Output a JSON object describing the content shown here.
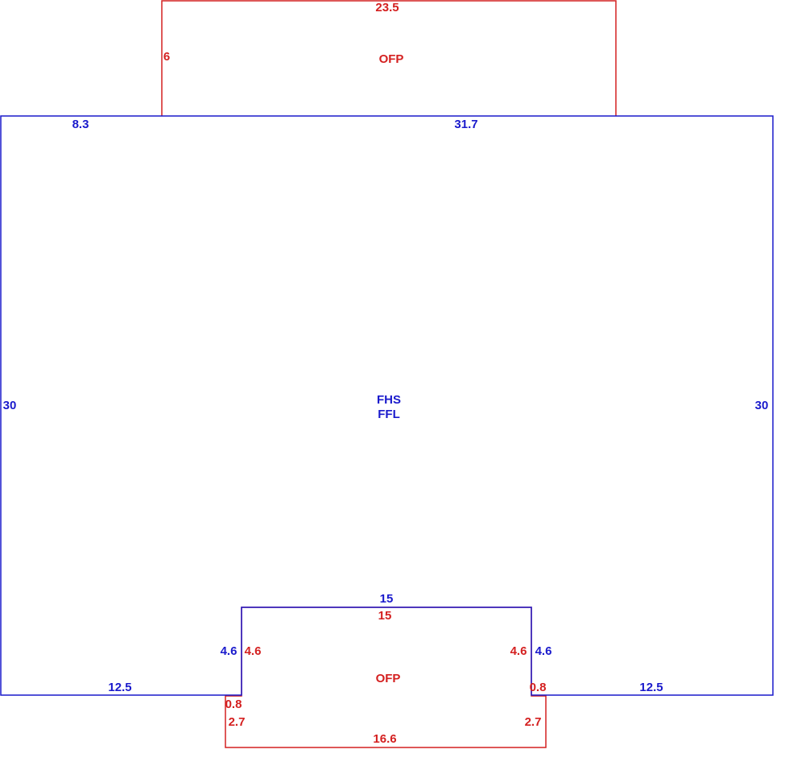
{
  "colors": {
    "main": "#1a1acc",
    "porch": "#d42020",
    "background": "#ffffff"
  },
  "areas": {
    "main": {
      "line1": "FHS",
      "line2": "FFL"
    },
    "top_porch": {
      "label": "OFP"
    },
    "bottom_porch": {
      "label": "OFP"
    }
  },
  "dimensions": {
    "main_top_left": "8.3",
    "main_top_right": "31.7",
    "main_left": "30",
    "main_right": "30",
    "main_bottom_left": "12.5",
    "main_bottom_right": "12.5",
    "notch_top_blue": "15",
    "notch_left_blue": "4.6",
    "notch_right_blue": "4.6",
    "top_porch_top": "23.5",
    "top_porch_left": "6",
    "bottom_porch_top": "15",
    "bottom_porch_left_upper": "4.6",
    "bottom_porch_right_upper": "4.6",
    "bottom_porch_left_step": "0.8",
    "bottom_porch_right_step": "0.8",
    "bottom_porch_left_lower": "2.7",
    "bottom_porch_right_lower": "2.7",
    "bottom_porch_bottom": "16.6"
  }
}
